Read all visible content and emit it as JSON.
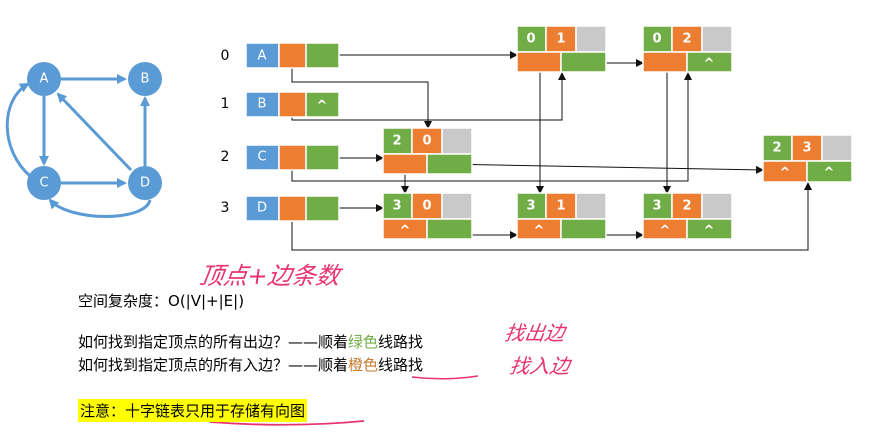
{
  "graph": {
    "nodes": [
      "A",
      "B",
      "C",
      "D"
    ]
  },
  "indices": [
    "0",
    "1",
    "2",
    "3"
  ],
  "vertices": [
    {
      "label": "A"
    },
    {
      "label": "B",
      "out": "^"
    },
    {
      "label": "C"
    },
    {
      "label": "D"
    }
  ],
  "arcs": [
    {
      "tail": "0",
      "head": "1"
    },
    {
      "tail": "0",
      "head": "2",
      "out_null": "^"
    },
    {
      "tail": "2",
      "head": "0"
    },
    {
      "tail": "2",
      "head": "3",
      "in_null": "^",
      "out_null": "^"
    },
    {
      "tail": "3",
      "head": "0",
      "in_null": "^"
    },
    {
      "tail": "3",
      "head": "1",
      "in_null": "^"
    },
    {
      "tail": "3",
      "head": "2",
      "in_null": "^",
      "out_null": "^"
    }
  ],
  "annotation_vertices_edges": "顶点+边条数",
  "complexity_label": "空间复杂度：",
  "complexity_value": "O(|V|+|E|)",
  "q_out_prefix": "如何找到指定顶点的所有出边？——顺着",
  "q_out_color": "绿色",
  "q_out_suffix": "线路找",
  "q_out_note": "找出边",
  "q_in_prefix": "如何找到指定顶点的所有入边？——顺着",
  "q_in_color": "橙色",
  "q_in_suffix": "线路找",
  "q_in_note": "找入边",
  "note_prefix": "注意：十字链表",
  "note_emph": "只用于存储有向图",
  "colors": {
    "blue": "#5b9bd5",
    "orange": "#ed7d31",
    "green": "#70ad47",
    "gray": "#c9c9c9",
    "ink": "#e8336f",
    "highlight": "#ffff00"
  }
}
